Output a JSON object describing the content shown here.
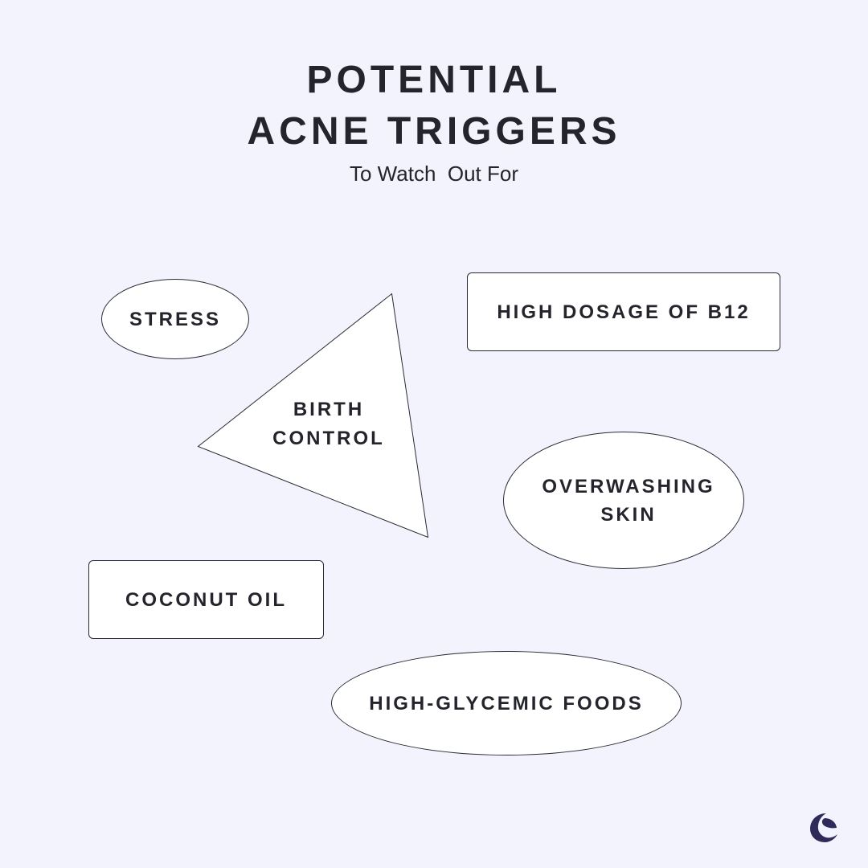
{
  "title": {
    "line1": "POTENTIAL",
    "line2": "ACNE TRIGGERS"
  },
  "subtitle": "To Watch  Out For",
  "triggers": {
    "stress": "STRESS",
    "birth_control": [
      "BIRTH",
      "CONTROL"
    ],
    "b12": "HIGH DOSAGE OF B12",
    "overwashing": [
      "OVERWASHING",
      "SKIN"
    ],
    "coconut_oil": "COCONUT OIL",
    "glycemic": "HIGH-GLYCEMIC FOODS"
  },
  "logo": {
    "icon": "brand-logo-icon",
    "color": "#2e2a5a"
  },
  "colors": {
    "background": "#f3f3fd",
    "shape_fill": "#ffffff",
    "text": "#24242c"
  }
}
